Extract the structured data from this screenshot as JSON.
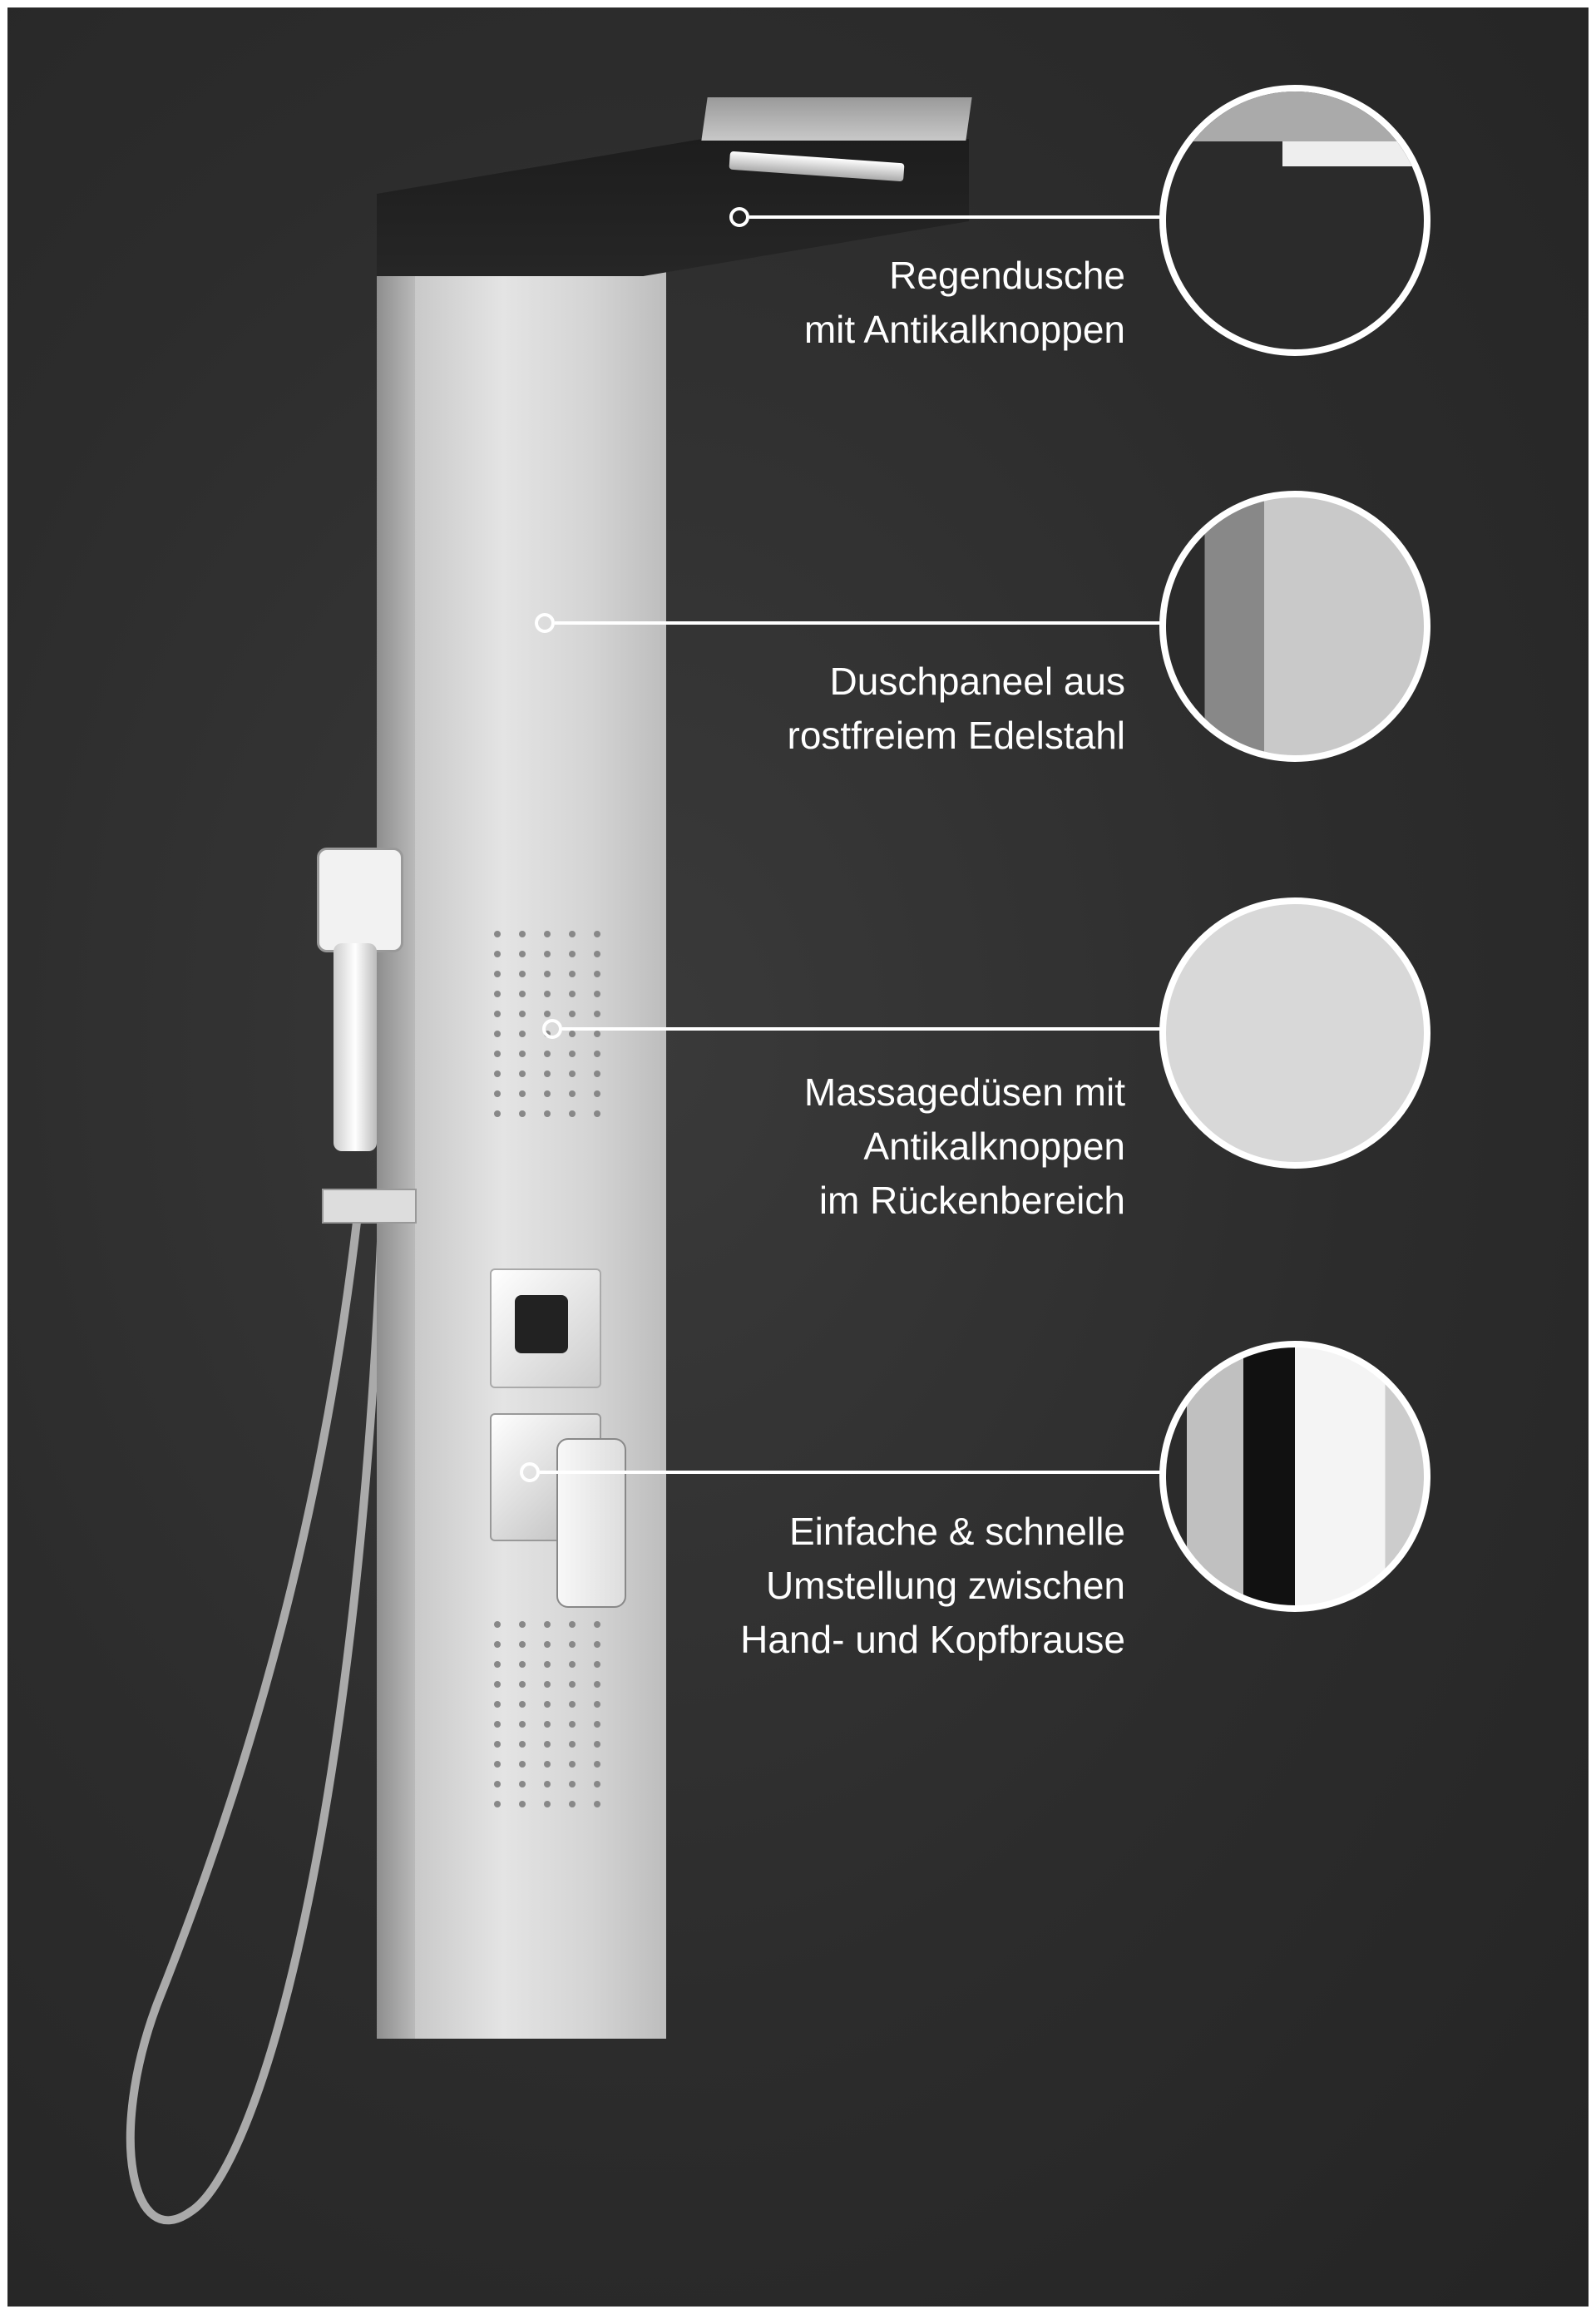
{
  "callouts": [
    {
      "id": "rain-shower",
      "lines": [
        "Regendusche",
        "mit Antikalknoppen"
      ]
    },
    {
      "id": "panel",
      "lines": [
        "Duschpaneel aus",
        "rostfreiem Edelstahl"
      ]
    },
    {
      "id": "massage-jets",
      "lines": [
        "Massagedüsen mit",
        "Antikalknoppen",
        "im Rückenbereich"
      ]
    },
    {
      "id": "diverter",
      "lines": [
        "Einfache & schnelle",
        "Umstellung zwischen",
        "Hand- und Kopfbrause"
      ]
    }
  ],
  "colors": {
    "background": "#2b2b2b",
    "accent": "#ffffff",
    "steel": "#d6d6d6"
  }
}
